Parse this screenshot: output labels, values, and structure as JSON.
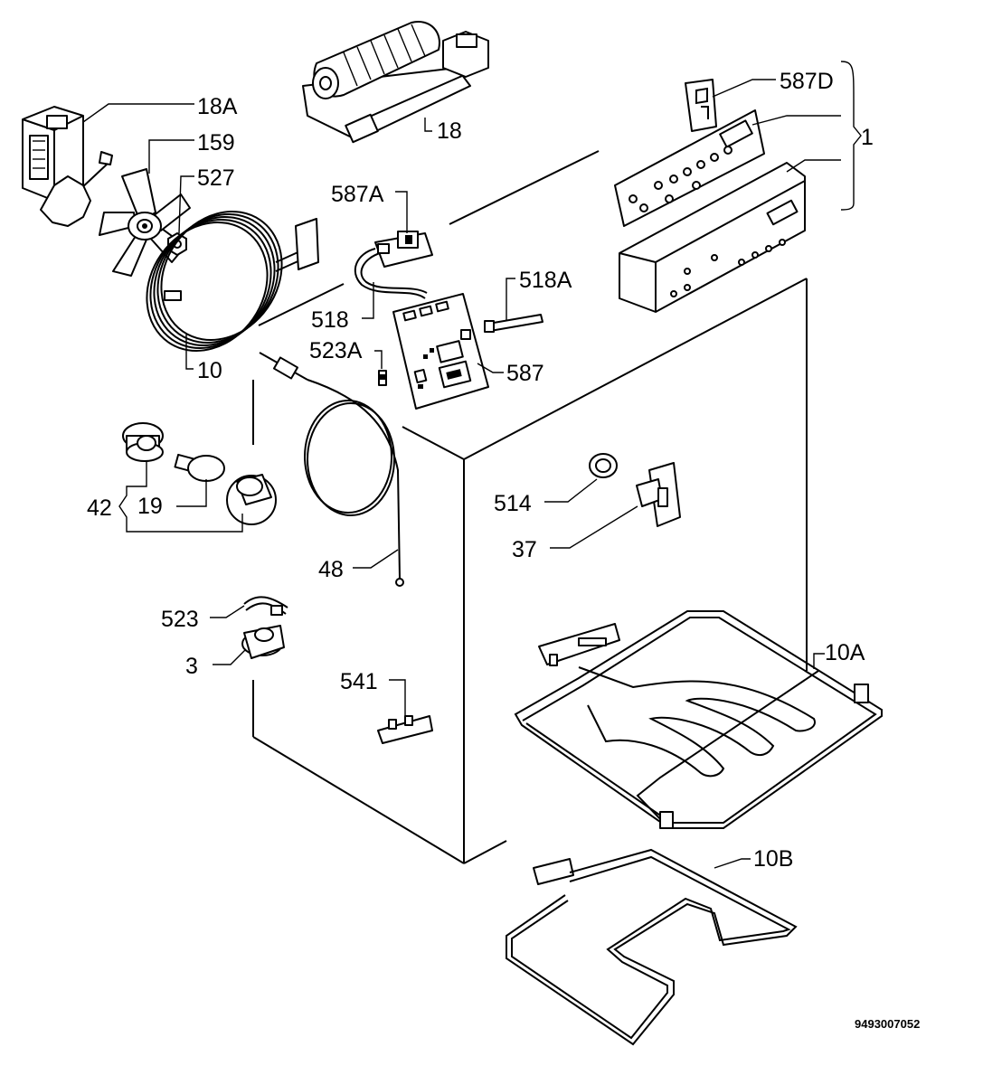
{
  "diagram": {
    "labels": {
      "l_18A": "18A",
      "l_18": "18",
      "l_159": "159",
      "l_527": "527",
      "l_10": "10",
      "l_587A": "587A",
      "l_518": "518",
      "l_523A": "523A",
      "l_518A": "518A",
      "l_587": "587",
      "l_587D": "587D",
      "l_1": "1",
      "l_42": "42",
      "l_19": "19",
      "l_48": "48",
      "l_514": "514",
      "l_37": "37",
      "l_523": "523",
      "l_3": "3",
      "l_541": "541",
      "l_10A": "10A",
      "l_10B": "10B"
    },
    "doc_number": "9493007052"
  }
}
